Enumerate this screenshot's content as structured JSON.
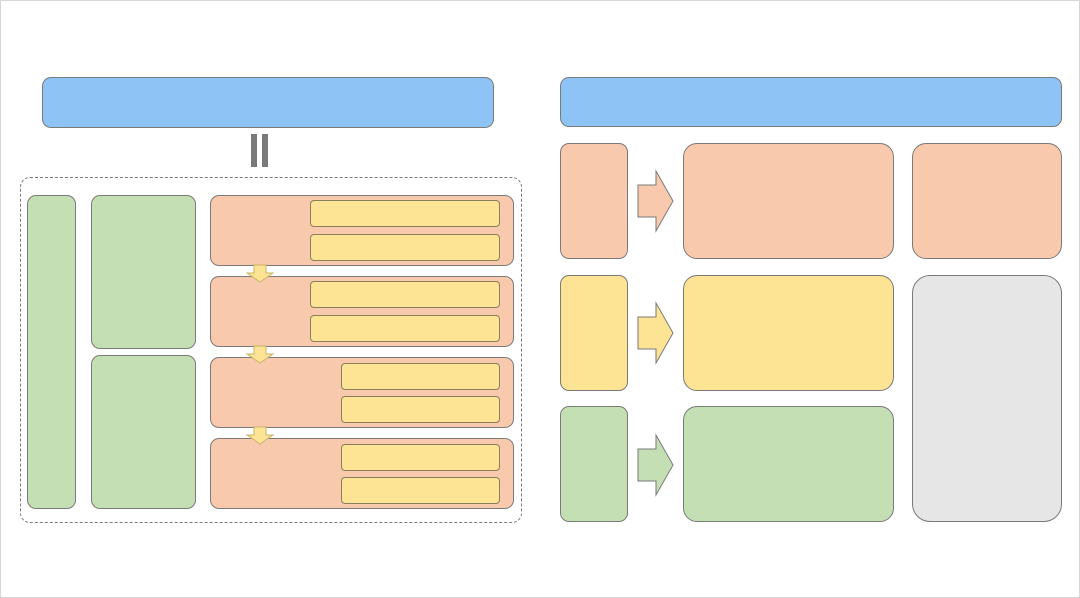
{
  "colors": {
    "blue": "#8ec3f5",
    "salmon": "#f8c9ad",
    "yellow": "#fde394",
    "green": "#c5dfb4",
    "gray": "#e6e6e6",
    "outline": "#7a7a7a"
  },
  "left_panel": {
    "header": "",
    "connector_icon": "equals-icon",
    "steps": [
      {
        "items": [
          "",
          ""
        ]
      },
      {
        "items": [
          "",
          ""
        ]
      },
      {
        "items": [
          "",
          ""
        ]
      },
      {
        "items": [
          "",
          ""
        ]
      }
    ]
  },
  "right_panel": {
    "header": "",
    "rows": [
      {
        "color": "salmon",
        "source": "",
        "target": "",
        "extra": ""
      },
      {
        "color": "yellow",
        "source": "",
        "target": ""
      },
      {
        "color": "green",
        "source": "",
        "target": ""
      }
    ],
    "side_box": ""
  }
}
